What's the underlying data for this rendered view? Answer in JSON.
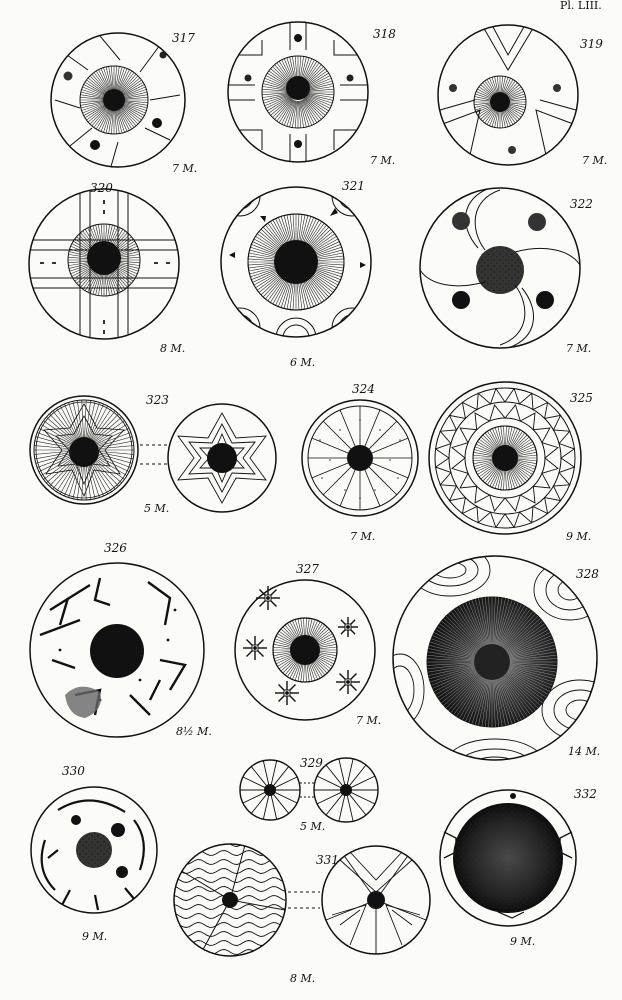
{
  "plate_header": "Pl. LIII.",
  "figures": [
    {
      "number": "317",
      "scale": "7 M."
    },
    {
      "number": "318",
      "scale": "7 M."
    },
    {
      "number": "319",
      "scale": "7 M."
    },
    {
      "number": "320",
      "scale": "8 M."
    },
    {
      "number": "321",
      "scale": "6 M."
    },
    {
      "number": "322",
      "scale": "7 M."
    },
    {
      "number": "323",
      "scale": "5 M."
    },
    {
      "number": "324",
      "scale": "7 M."
    },
    {
      "number": "325",
      "scale": "9 M."
    },
    {
      "number": "326",
      "scale": "8½ M."
    },
    {
      "number": "327",
      "scale": "7 M."
    },
    {
      "number": "328",
      "scale": "14 M."
    },
    {
      "number": "329",
      "scale": "5 M."
    },
    {
      "number": "330",
      "scale": "9 M."
    },
    {
      "number": "331",
      "scale": "8 M."
    },
    {
      "number": "332",
      "scale": "9 M."
    }
  ],
  "icons": [
    "spindle-whorl-icon"
  ]
}
